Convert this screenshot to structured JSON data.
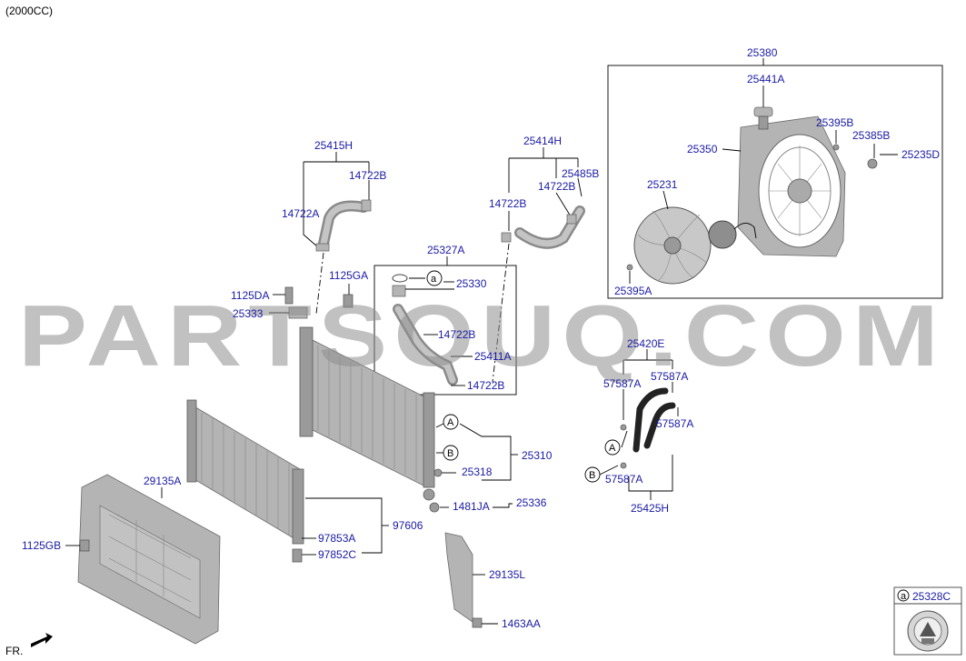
{
  "header": {
    "engine": "(2000CC)"
  },
  "watermark": "PARTSOUQ.COM",
  "front_indicator": "FR.",
  "callouts": [
    "a",
    "A",
    "B"
  ],
  "legend_box": {
    "callout": "a",
    "part": "25328C"
  },
  "parts": {
    "p25380": "25380",
    "p25441A": "25441A",
    "p25395B": "25395B",
    "p25385B": "25385B",
    "p25235D": "25235D",
    "p25350": "25350",
    "p25231": "25231",
    "p25395A": "25395A",
    "p25415H": "25415H",
    "p14722B_a": "14722B",
    "p14722A": "14722A",
    "p25414H": "25414H",
    "p25485B": "25485B",
    "p14722B_b": "14722B",
    "p14722B_c": "14722B",
    "p25327A": "25327A",
    "p1125GA": "1125GA",
    "p25330": "25330",
    "p1125DA": "1125DA",
    "p25333": "25333",
    "p14722B_d": "14722B",
    "p25411A": "25411A",
    "p14722B_e": "14722B",
    "p25420E": "25420E",
    "p57587A_a": "57587A",
    "p57587A_b": "57587A",
    "p57587A_c": "57587A",
    "p57587A_d": "57587A",
    "p25425H": "25425H",
    "p25310": "25310",
    "p25318": "25318",
    "p1481JA": "1481JA",
    "p25336": "25336",
    "p29135A": "29135A",
    "p97606": "97606",
    "p97853A": "97853A",
    "p97852C": "97852C",
    "p1125GB": "1125GB",
    "p29135L": "29135L",
    "p1463AA": "1463AA"
  },
  "colors": {
    "label": "#1a1aa6",
    "part_fill": "#b4b4b4",
    "watermark": "#8e8e8e"
  }
}
